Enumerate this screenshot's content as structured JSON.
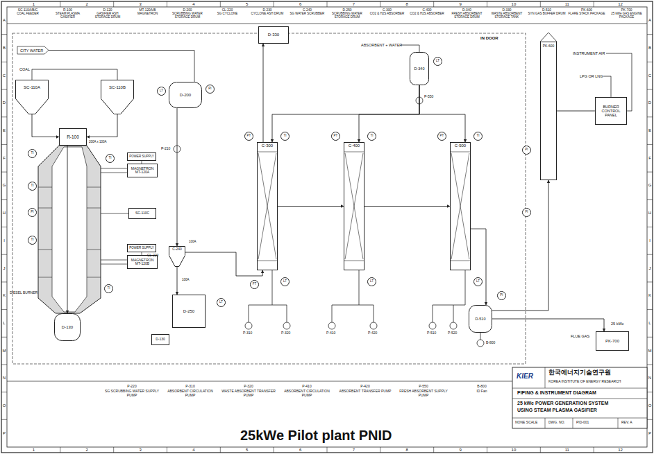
{
  "diagram": {
    "caption": "25kWe Pilot plant PNID",
    "nodes": [
      {
        "text": [
          "SC-110A"
        ]
      },
      {
        "text": [
          "SC-110B"
        ]
      },
      {
        "text": [
          "R-100"
        ]
      },
      {
        "text": [
          "POWER SUPPLY"
        ]
      },
      {
        "text": [
          "MAGNETRON",
          "MT-120A"
        ]
      },
      {
        "text": [
          "SC-110C"
        ]
      },
      {
        "text": [
          "POWER SUPPLY"
        ]
      },
      {
        "text": [
          "MAGNETRON",
          "MT-120B"
        ]
      },
      {
        "text": [
          "D-130"
        ]
      },
      {
        "text": [
          "D-200"
        ]
      },
      {
        "text": [
          "D-330"
        ]
      },
      {
        "text": [
          "D-340"
        ]
      },
      {
        "text": [
          "C-300"
        ]
      },
      {
        "text": [
          "C-400"
        ]
      },
      {
        "text": [
          "C-500"
        ]
      },
      {
        "text": [
          "C-240"
        ]
      },
      {
        "text": [
          "D-250"
        ]
      },
      {
        "text": [
          "D-130"
        ]
      },
      {
        "text": [
          "D-510"
        ]
      },
      {
        "text": [
          "PK-700"
        ]
      },
      {
        "text": [
          "PK-600"
        ]
      },
      {
        "text": [
          "BURNER CONTROL PANEL"
        ]
      },
      {
        "text": [
          "TI"
        ]
      },
      {
        "text": [
          "TI"
        ]
      },
      {
        "text": [
          "PI"
        ]
      },
      {
        "text": [
          "TI"
        ]
      },
      {
        "text": [
          "TI"
        ]
      },
      {
        "text": [
          "TI"
        ]
      },
      {
        "text": [
          "LT"
        ]
      },
      {
        "text": [
          "PI"
        ]
      },
      {
        "text": [
          "LT"
        ]
      },
      {
        "text": [
          "PT"
        ]
      },
      {
        "text": [
          "TI"
        ]
      },
      {
        "text": [
          "FT"
        ]
      },
      {
        "text": [
          "LT"
        ]
      },
      {
        "text": [
          "PT"
        ]
      },
      {
        "text": [
          "TI"
        ]
      },
      {
        "text": [
          "LT"
        ]
      },
      {
        "text": [
          "PT"
        ]
      },
      {
        "text": [
          "TI"
        ]
      },
      {
        "text": [
          "LT"
        ]
      },
      {
        "text": [
          "LT"
        ]
      },
      {
        "text": [
          "PI"
        ]
      },
      {
        "text": [
          "FI"
        ]
      },
      {
        "text": [
          "PI"
        ]
      }
    ],
    "edges": [
      {
        "from": 0,
        "to": 2,
        "arrow": "to"
      },
      {
        "from": 1,
        "to": 2,
        "arrow": "to"
      },
      {
        "from": 2,
        "to": 8,
        "arrow": "to"
      },
      {
        "from": 15,
        "to": 16,
        "arrow": "to"
      },
      {
        "from": 15,
        "to": 12,
        "arrow": "to"
      },
      {
        "from": 12,
        "to": 13,
        "arrow": "to"
      },
      {
        "from": 13,
        "to": 14,
        "arrow": "to"
      },
      {
        "from": 14,
        "to": 18,
        "arrow": "to"
      },
      {
        "from": 18,
        "to": 19,
        "arrow": "to"
      },
      {
        "from": 18,
        "to": 20,
        "arrow": "to"
      },
      {
        "from": 21,
        "to": 20,
        "arrow": "none"
      },
      {
        "from": 9,
        "to": 15,
        "arrow": "to"
      },
      {
        "from": 11,
        "to": 12,
        "arrow": "to"
      },
      {
        "from": 11,
        "to": 13,
        "arrow": "to"
      },
      {
        "from": 11,
        "to": 14,
        "arrow": "to"
      },
      {
        "from": 12,
        "to": 10,
        "arrow": "to"
      }
    ],
    "labels": [
      "SC-110A/B/C",
      "COAL FEEDER",
      "R-100",
      "STEAM PLASMA GASIFIER",
      "D-120",
      "GASIFIER ASH STORAGE DRUM",
      "MT-120A/B",
      "MAGNETRON",
      "D-200",
      "SCRUBBING WATER STORAGE DRUM",
      "CL-220",
      "SG CYCLONE",
      "D-230",
      "CYCLONE ASH DRUM",
      "C-240",
      "SG WATER SCRUBBER",
      "D-250",
      "SCRUBBING WATER STORAGE DRUM",
      "C-300",
      "CO2 & H2S ABSORBER",
      "C-400",
      "CO2 & H2S ABSORBER",
      "D-340",
      "FRESH ABSORBENT STORAGE DRUM",
      "D-330",
      "WASTE ABSORBENT STORAGE TANK",
      "D-510",
      "SYN GAS BUFFER DRUM",
      "PK-600",
      "FLARE STACK PACKAGE",
      "PK-700",
      "25 kWe GAS ENGINE PACKAGE",
      "P-220",
      "SG SCRUBBING WATER SUPPLY PUMP",
      "P-310",
      "ABSORBENT CIRCULATION PUMP",
      "P-320",
      "WASTE ABSORBENT TRANSFER PUMP",
      "P-410",
      "ABSORBENT CIRCULATION PUMP",
      "P-420",
      "ABSORBENT TRANSFER PUMP",
      "P-550",
      "FRESH ABSORBENT SUPPLY PUMP",
      "B-800",
      "ID Fan",
      "CITY WATER",
      "COAL",
      "IN DOOR",
      "ABSORBENT + WATER",
      "INSTRUMENT AIR",
      "LPG OR LNG",
      "FLUE GAS",
      "25 kWe",
      "DIESEL BURNER",
      "CL-220",
      "200A x 100A",
      "100A",
      "100A",
      "P-210",
      "P-310",
      "P-320",
      "P-410",
      "P-420",
      "P-510",
      "P-520",
      "P-550",
      "B-800",
      "KIER",
      "한국에너지기술연구원",
      "KOREA INSTITUTE OF ENERGY RESEARCH",
      "PIPING & INSTRUMENT DIAGRAM",
      "25 kWe POWER GENERATION SYSTEM",
      "USING STEAM PLASMA GASIFIER",
      "NONE SCALE",
      "DWG. NO.",
      "PID-001",
      "REV. A",
      "A",
      "B",
      "C",
      "D",
      "E",
      "F",
      "G",
      "H",
      "I",
      "J",
      "K",
      "L",
      "M",
      "N",
      "O",
      "P",
      "A",
      "B",
      "C",
      "D",
      "E",
      "F",
      "G",
      "H",
      "I",
      "J",
      "K",
      "L",
      "M",
      "N",
      "O",
      "P",
      "1",
      "2",
      "3",
      "4",
      "5",
      "6",
      "7",
      "8",
      "9",
      "10",
      "11",
      "12",
      "1",
      "2",
      "3",
      "4",
      "5",
      "6",
      "7",
      "8",
      "9",
      "10",
      "11",
      "12"
    ]
  }
}
